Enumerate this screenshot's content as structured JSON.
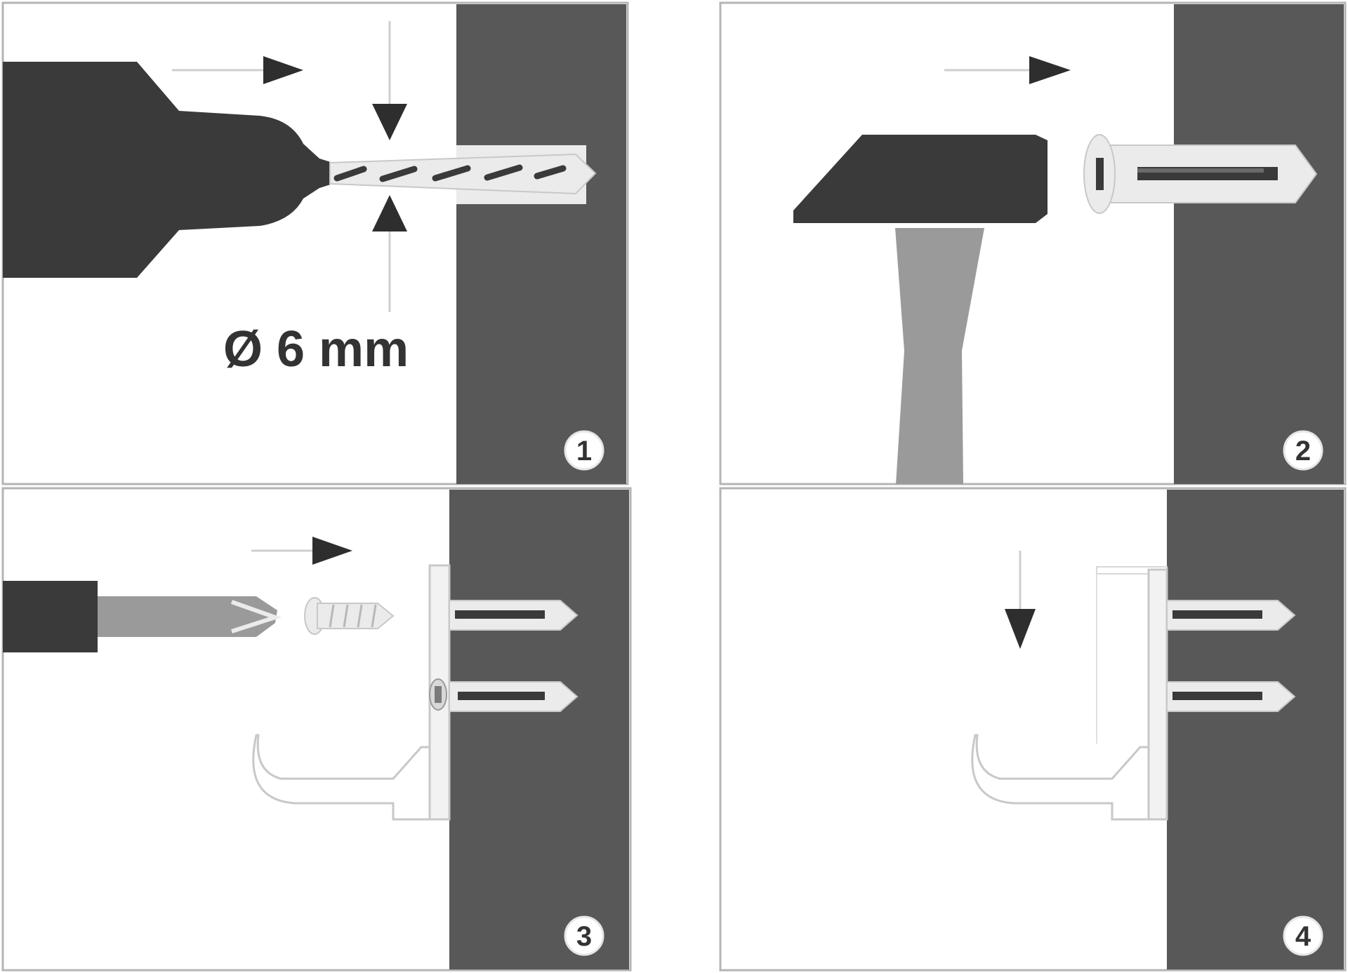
{
  "colors": {
    "wall": "#585858",
    "panel_border": "#b4b4b4",
    "tool_dark": "#3a3a3a",
    "tool_mid": "#9a9a9a",
    "light_part": "#ebebeb",
    "part_outline": "#c8c8c8",
    "arrow": "#2e2e2e",
    "badge_fill": "#ffffff"
  },
  "dimension": {
    "label": "Ø 6 mm"
  },
  "steps": [
    {
      "number": "1"
    },
    {
      "number": "2"
    },
    {
      "number": "3"
    },
    {
      "number": "4"
    }
  ]
}
